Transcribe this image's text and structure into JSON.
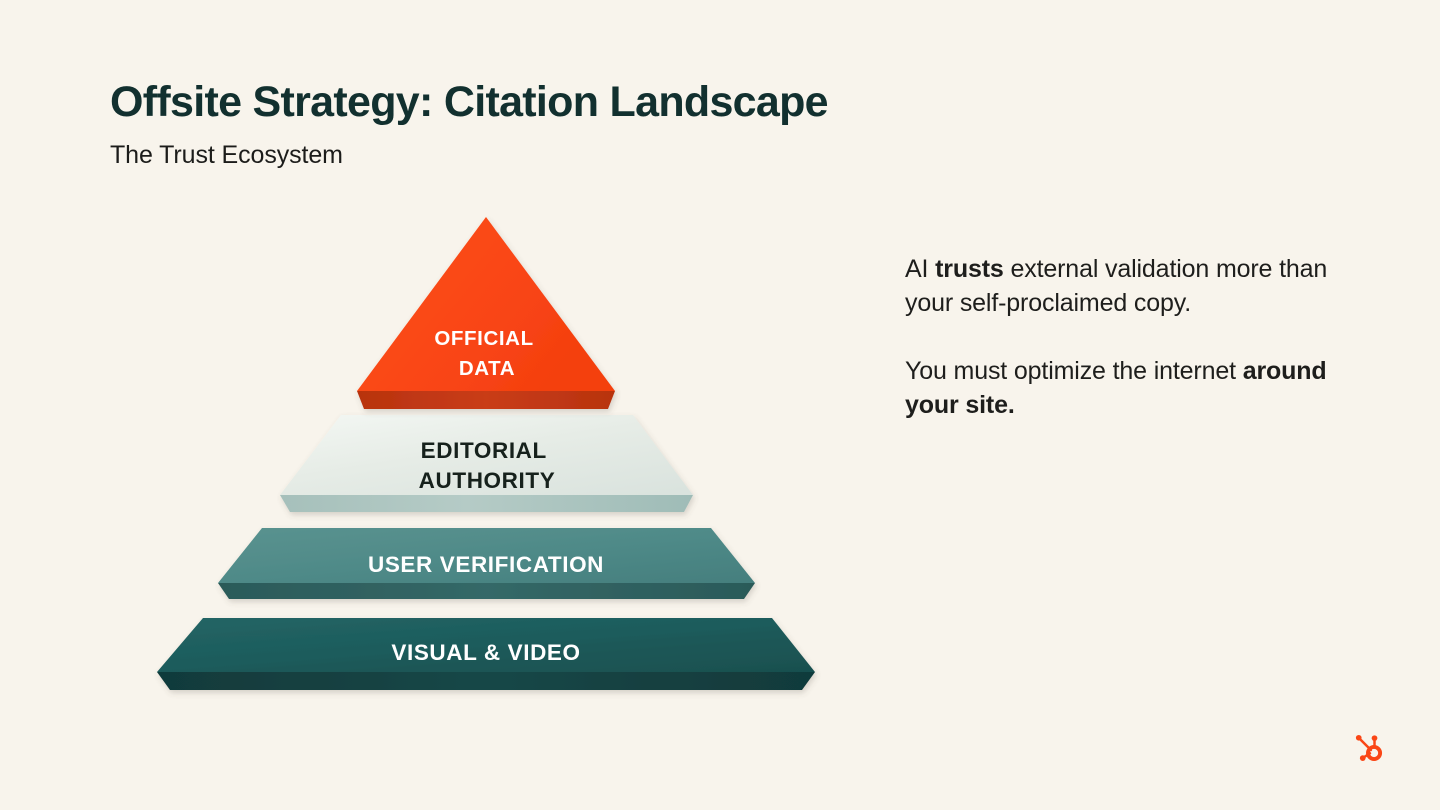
{
  "header": {
    "title": "Offsite Strategy: Citation Landscape",
    "subtitle": "The Trust Ecosystem"
  },
  "colors": {
    "background": "#f8f4ec",
    "title": "#12302f",
    "body_text": "#1e1e1c",
    "accent_orange": "#fa4616",
    "accent_orange_shadow": "#c0391a",
    "tier_light": "#e3eae3",
    "tier_light_shadow": "#9fbcb7",
    "tier_mid": "#4f8a88",
    "tier_mid_shadow": "#2d5e5d",
    "tier_dark": "#1d5b5b",
    "tier_dark_shadow": "#123c3d",
    "hubspot_orange": "#fa4616"
  },
  "chart_data": {
    "type": "pyramid",
    "title": "The Trust Ecosystem",
    "tiers": [
      {
        "rank": 1,
        "label_lines": [
          "OFFICIAL",
          "DATA"
        ],
        "label": "OFFICIAL DATA",
        "color": "#fa4616",
        "text_color": "#ffffff"
      },
      {
        "rank": 2,
        "label_lines": [
          "EDITORIAL",
          "AUTHORITY"
        ],
        "label": "EDITORIAL AUTHORITY",
        "color": "#e3eae3",
        "text_color": "#16211c"
      },
      {
        "rank": 3,
        "label_lines": [
          "USER VERIFICATION"
        ],
        "label": "USER VERIFICATION",
        "color": "#4f8a88",
        "text_color": "#ffffff"
      },
      {
        "rank": 4,
        "label_lines": [
          "VISUAL & VIDEO"
        ],
        "label": "VISUAL & VIDEO",
        "color": "#1d5b5b",
        "text_color": "#ffffff"
      }
    ]
  },
  "pyramid": {
    "tier1_line1": "OFFICIAL",
    "tier1_line2": "DATA",
    "tier2_line1": "EDITORIAL",
    "tier2_line2": "AUTHORITY",
    "tier3_line1": "USER VERIFICATION",
    "tier4_line1": "VISUAL & VIDEO"
  },
  "copy": {
    "paragraph1": {
      "part1": "AI ",
      "bold1": "trusts",
      "part2": " external validation more than your self-proclaimed copy."
    },
    "paragraph2": {
      "part1": "You must optimize the internet ",
      "bold1": "around your site."
    }
  },
  "logo": {
    "name": "HubSpot"
  }
}
